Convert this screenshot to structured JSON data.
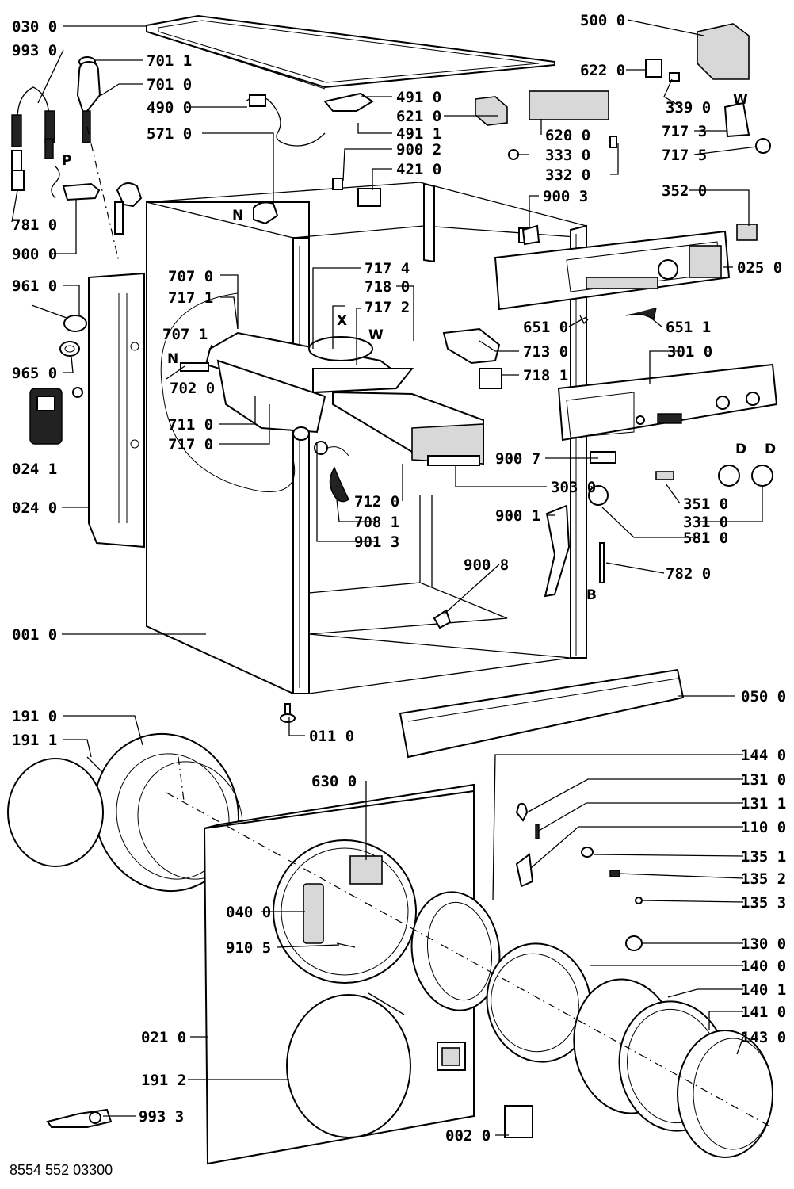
{
  "diagram": {
    "labels": {
      "l030_0": "030 0",
      "l993_0": "993 0",
      "l701_1": "701 1",
      "l701_0": "701 0",
      "l490_0": "490 0",
      "l571_0": "571 0",
      "l491_0": "491 0",
      "l621_0": "621 0",
      "l491_1": "491 1",
      "l900_2": "900 2",
      "l421_0": "421 0",
      "l500_0": "500 0",
      "l622_0": "622 0",
      "l339_0": "339 0",
      "l717_3": "717 3",
      "l717_5": "717 5",
      "l620_0": "620 0",
      "l333_0": "333 0",
      "l332_0": "332 0",
      "l900_3": "900 3",
      "l352_0": "352 0",
      "l781_0": "781 0",
      "l900_0": "900 0",
      "l025_0": "025 0",
      "l961_0": "961 0",
      "l707_0": "707 0",
      "l717_1": "717 1",
      "l717_4": "717 4",
      "l718_0": "718 0",
      "l717_2": "717 2",
      "l707_1": "707 1",
      "l702_0": "702 0",
      "l965_0": "965 0",
      "l651_0": "651 0",
      "l651_1": "651 1",
      "l713_0": "713 0",
      "l301_0": "301 0",
      "l718_1": "718 1",
      "l711_0": "711 0",
      "l717_0": "717 0",
      "l024_1": "024 1",
      "l900_7": "900 7",
      "l303_0": "303 0",
      "l712_0": "712 0",
      "l351_0": "351 0",
      "l024_0": "024 0",
      "l708_1": "708 1",
      "l900_1": "900 1",
      "l331_0": "331 0",
      "l581_0": "581 0",
      "l901_3": "901 3",
      "l900_8": "900 8",
      "l782_0": "782 0",
      "l001_0": "001 0",
      "l050_0": "050 0",
      "l191_0": "191 0",
      "l011_0": "011 0",
      "l191_1": "191 1",
      "l144_0": "144 0",
      "l630_0": "630 0",
      "l131_0": "131 0",
      "l131_1": "131 1",
      "l110_0": "110 0",
      "l135_1": "135 1",
      "l135_2": "135 2",
      "l040_0": "040 0",
      "l135_3": "135 3",
      "l910_5": "910 5",
      "l130_0": "130 0",
      "l140_0": "140 0",
      "l140_1": "140 1",
      "l021_0": "021 0",
      "l141_0": "141 0",
      "l143_0": "143 0",
      "l191_2": "191 2",
      "l993_3": "993 3",
      "l002_0": "002 0"
    },
    "letters": {
      "P": "P",
      "N_top": "N",
      "W_top": "W",
      "X": "X",
      "W_mid": "W",
      "N_mid": "N",
      "D_left": "D",
      "D_right": "D",
      "B": "B"
    },
    "footer_code": "8554 552 03300"
  }
}
